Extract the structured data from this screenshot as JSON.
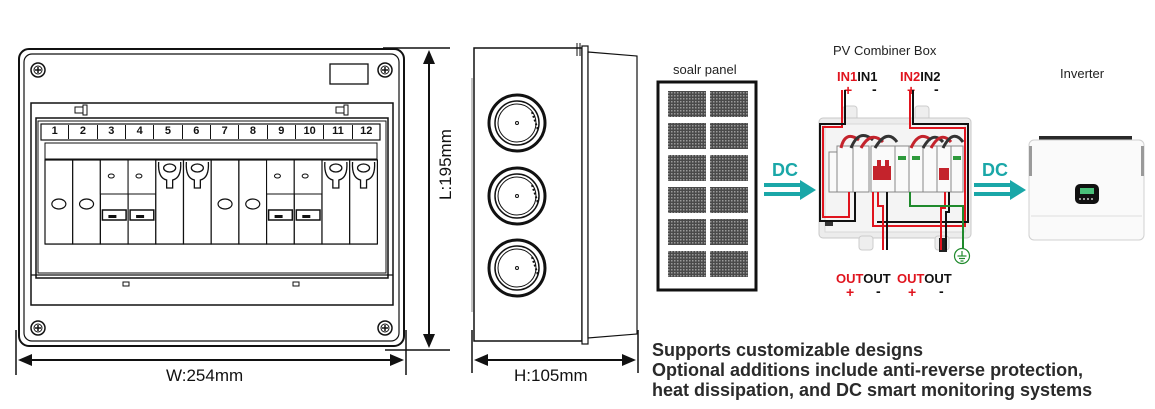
{
  "front_view": {
    "slot_numbers": [
      "1",
      "2",
      "3",
      "4",
      "5",
      "6",
      "7",
      "8",
      "9",
      "10",
      "11",
      "12"
    ],
    "width_label": "W:254mm",
    "length_label": "L:195mm"
  },
  "side_view": {
    "height_label": "H:105mm",
    "knockout_count": 3
  },
  "wiring_diagram": {
    "solar_panel_label": "soalr panel",
    "combiner_box_label": "PV Combiner Box",
    "inverter_label": "Inverter",
    "flow_arrow_1_label": "DC",
    "flow_arrow_2_label": "DC",
    "inputs": [
      {
        "red": "IN1",
        "black": "IN1",
        "plus": "+",
        "minus": "-"
      },
      {
        "red": "IN2",
        "black": "IN2",
        "plus": "+",
        "minus": "-"
      }
    ],
    "outputs": [
      {
        "red": "OUT",
        "black": "OUT",
        "plus": "+",
        "minus": "-"
      },
      {
        "red": "OUT",
        "black": "OUT",
        "plus": "+",
        "minus": "-"
      }
    ],
    "colors": {
      "positive_wire": "#e0141e",
      "negative_wire": "#111111",
      "ground_wire": "#1f8a2c",
      "dc_arrow": "#1aa7a8"
    }
  },
  "caption": {
    "line1": "Supports customizable designs",
    "line2": "Optional additions include anti-reverse protection,",
    "line3": "heat dissipation, and DC smart monitoring systems"
  }
}
